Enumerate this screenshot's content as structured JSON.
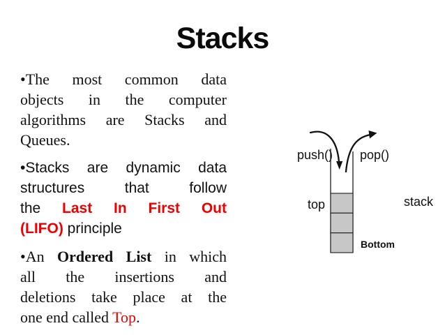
{
  "title": "Stacks",
  "colors": {
    "red": "#ee0000",
    "box_gray": "#c7c7c7"
  },
  "body": {
    "paragraphs": [
      {
        "font": "serif",
        "lines": [
          {
            "justify": true,
            "segments": [
              {
                "text": "•The most common data"
              }
            ]
          },
          {
            "justify": true,
            "segments": [
              {
                "text": "objects in the computer"
              }
            ]
          },
          {
            "justify": true,
            "segments": [
              {
                "text": "algorithms are Stacks and"
              }
            ]
          },
          {
            "justify": false,
            "segments": [
              {
                "text": "Queues."
              }
            ]
          }
        ]
      },
      {
        "font": "sans",
        "lines": [
          {
            "justify": true,
            "segments": [
              {
                "text": "•Stacks are dynamic data"
              }
            ]
          },
          {
            "justify": true,
            "segments": [
              {
                "text": "structures that follow"
              }
            ]
          },
          {
            "justify": true,
            "segments": [
              {
                "text": "the ",
                "style": "plain"
              },
              {
                "text": "Last In First Out",
                "style": "red-bold"
              }
            ]
          },
          {
            "justify": false,
            "segments": [
              {
                "text": "(LIFO)",
                "style": "red-bold"
              },
              {
                "text": " principle",
                "style": "plain"
              }
            ]
          }
        ]
      },
      {
        "font": "serif",
        "lines": [
          {
            "justify": true,
            "segments": [
              {
                "text": "•An ",
                "style": "plain"
              },
              {
                "text": "Ordered List",
                "style": "bold"
              },
              {
                "text": " in which",
                "style": "plain"
              }
            ]
          },
          {
            "justify": true,
            "segments": [
              {
                "text": "all the insertions and"
              }
            ]
          },
          {
            "justify": true,
            "segments": [
              {
                "text": "deletions take place at the"
              }
            ]
          },
          {
            "justify": false,
            "segments": [
              {
                "text": "one end called ",
                "style": "plain"
              },
              {
                "text": "Top",
                "style": "red"
              },
              {
                "text": ".",
                "style": "plain"
              }
            ]
          }
        ]
      }
    ]
  },
  "diagram": {
    "push_label": "push()",
    "pop_label": "pop()",
    "top_label": "top",
    "stack_label": "stack",
    "bottom_label": "Bottom",
    "box_count": 3,
    "box_color": "#c7c7c7"
  }
}
